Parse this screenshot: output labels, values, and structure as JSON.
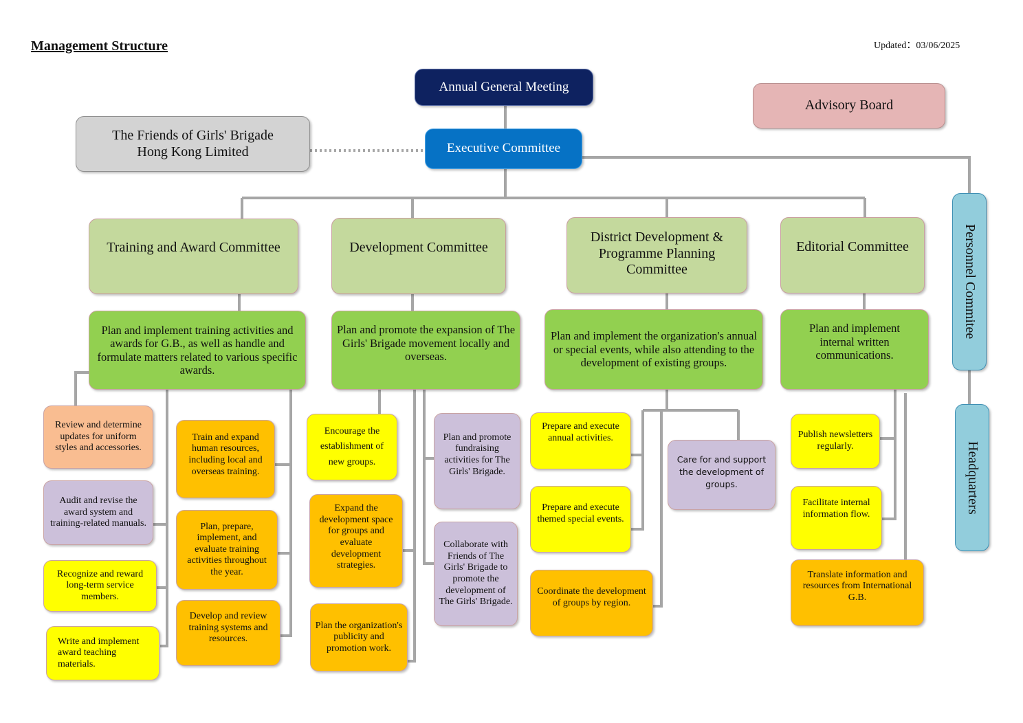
{
  "header": {
    "title": "Management Structure",
    "updated": "Updated：03/06/2025"
  },
  "top": {
    "agm": "Annual General Meeting",
    "executive": "Executive Committee",
    "friends": "The Friends of Girls' Brigade\nHong Kong Limited",
    "advisory": "Advisory Board",
    "personnel": "Personnel Commitee",
    "headquarters": "Headquarters"
  },
  "training": {
    "name": "Training and Award Committee",
    "purpose": "Plan and implement training activities and awards for G.B., as well as handle and formulate matters related to various specific awards.",
    "tasks": [
      "Review and determine updates for uniform styles and accessories.",
      "Audit and revise the award system and training-related manuals.",
      "Recognize and reward long-term service members.",
      "Write and implement award teaching materials.",
      "Train and expand human resources, including local and overseas training.",
      "Plan, prepare, implement, and evaluate training activities throughout the year.",
      "Develop and review training systems and resources."
    ]
  },
  "development": {
    "name": "Development Committee",
    "purpose": "Plan and promote the expansion of The Girls' Brigade movement locally and overseas.",
    "tasks": [
      "Encourage the establishment of new groups.",
      "Expand the development space for groups and evaluate development strategies.",
      "Plan the organization's publicity and promotion work.",
      "Plan and promote fundraising activities for The Girls' Brigade.",
      "Collaborate with Friends of The Girls' Brigade to promote the development of The Girls' Brigade."
    ]
  },
  "district": {
    "name": "District Development & Programme Planning Committee",
    "purpose": "Plan and implement the organization's annual or special events, while also attending to the development of existing groups.",
    "tasks": [
      "Prepare and execute annual activities.",
      "Prepare and execute themed special events.",
      "Coordinate the development of groups by region.",
      "Care for and support the development of groups."
    ]
  },
  "editorial": {
    "name": "Editorial Committee",
    "purpose": "Plan and implement internal written communications.",
    "tasks": [
      "Publish newsletters regularly.",
      "Facilitate internal information flow.",
      "Translate information and resources from International G.B."
    ]
  },
  "colors": {
    "navy": "#0e2260",
    "blue": "#0672c5",
    "grey": "#d3d3d3",
    "pink": "#e5b5b5",
    "committee_green": "#c4d99d",
    "purpose_green": "#92d050",
    "light_blue": "#92cddc",
    "peach": "#f9bd91",
    "lilac": "#ccc0da",
    "yellow": "#ffff00",
    "orange": "#ffc000",
    "connector": "#a6a6a6"
  }
}
